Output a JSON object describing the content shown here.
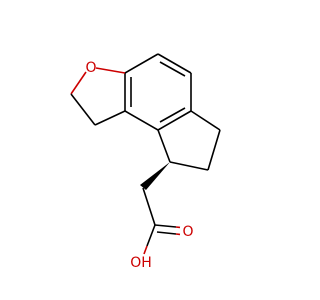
{
  "molecule": {
    "atoms": [
      {
        "symbol": "O",
        "color": "#cc0000"
      },
      {
        "symbol": "O",
        "color": "#cc0000"
      },
      {
        "symbol": "OH",
        "color": "#cc0000"
      }
    ],
    "wedge_bond": "stereo-wedge",
    "colors": {
      "bond": "#000000",
      "heteroatom": "#cc0000",
      "background": "#ffffff"
    }
  }
}
